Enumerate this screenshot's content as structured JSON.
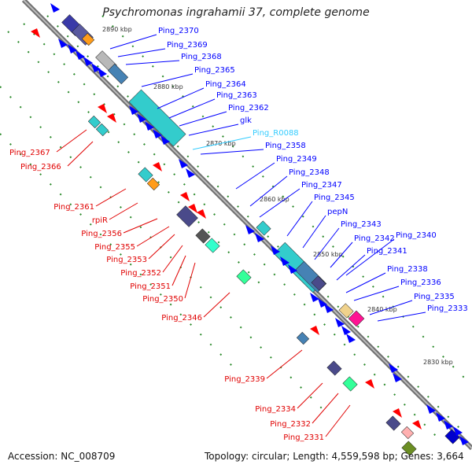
{
  "title": "Psychromonas ingrahamii 37, complete genome",
  "footer": {
    "accession": "Accession: NC_008709",
    "topology": "Topology: circular; Length: 4,559,598 bp; Genes: 3,664"
  },
  "colors": {
    "backbone": "#707070",
    "forward_label": "#0000ff",
    "reverse_label": "#e00000",
    "rna_label": "#33ccff",
    "tick": "#2b8a2b",
    "kbp_label": "#333333"
  },
  "kbp_markers": [
    "2890 kbp",
    "2880 kbp",
    "2870 kbp",
    "2860 kbp",
    "2850 kbp",
    "2840 kbp",
    "2830 kbp"
  ],
  "forward_genes": [
    "Ping_2370",
    "Ping_2369",
    "Ping_2368",
    "Ping_2365",
    "Ping_2364",
    "Ping_2363",
    "Ping_2362",
    "glk",
    "Ping_R0088",
    "Ping_2358",
    "Ping_2349",
    "Ping_2348",
    "Ping_2347",
    "Ping_2345",
    "pepN",
    "Ping_2343",
    "Ping_2342",
    "Ping_2340",
    "Ping_2341",
    "Ping_2338",
    "Ping_2336",
    "Ping_2335",
    "Ping_2333"
  ],
  "reverse_genes": [
    "Ping_2367",
    "Ping_2366",
    "Ping_2361",
    "rpiR",
    "Ping_2356",
    "Ping_2355",
    "Ping_2353",
    "Ping_2352",
    "Ping_2351",
    "Ping_2350",
    "Ping_2346",
    "Ping_2339",
    "Ping_2334",
    "Ping_2332",
    "Ping_2331"
  ]
}
